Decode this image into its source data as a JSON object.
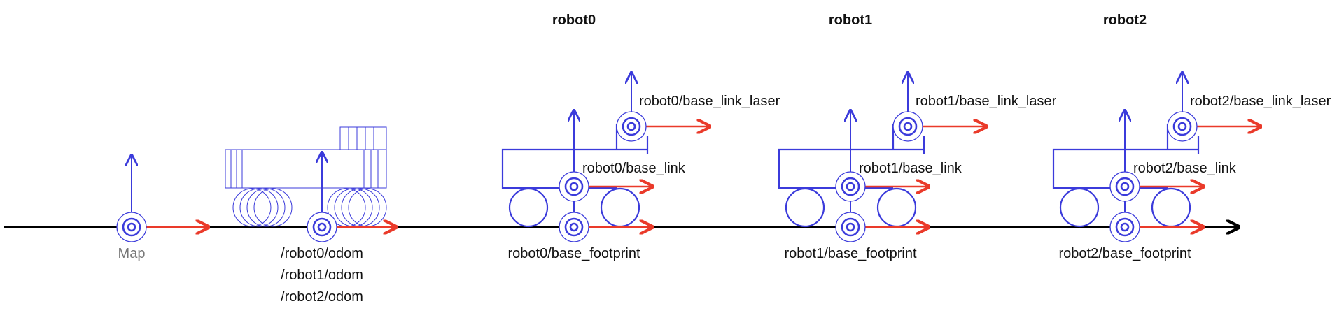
{
  "colors": {
    "axis": "#000000",
    "frame_blue": "#3b3bdb",
    "x_axis_red": "#ea3a2a",
    "label_text": "#111111",
    "map_label": "#777777"
  },
  "icons": {
    "frame_origin": "concentric-circles-icon",
    "x_axis": "red-arrow-right-icon",
    "z_axis": "blue-arrow-up-icon",
    "timeline": "black-arrow-right-icon"
  },
  "map_frame": {
    "label": "Map"
  },
  "odom_frames": {
    "labels": [
      "/robot0/odom",
      "/robot1/odom",
      "/robot2/odom"
    ]
  },
  "robots": [
    {
      "title": "robot0",
      "base_link_label": "robot0/base_link",
      "base_link_laser_label": "robot0/base_link_laser",
      "base_footprint_label": "robot0/base_footprint"
    },
    {
      "title": "robot1",
      "base_link_label": "robot1/base_link",
      "base_link_laser_label": "robot1/base_link_laser",
      "base_footprint_label": "robot1/base_footprint"
    },
    {
      "title": "robot2",
      "base_link_label": "robot2/base_link",
      "base_link_laser_label": "robot2/base_link_laser",
      "base_footprint_label": "robot2/base_footprint"
    }
  ]
}
